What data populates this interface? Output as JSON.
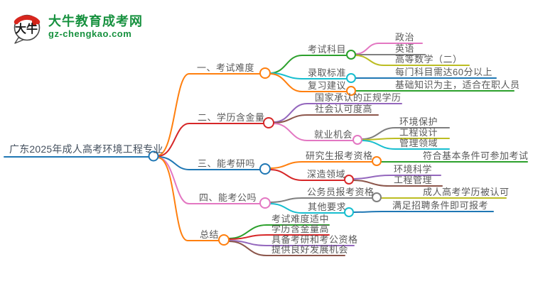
{
  "brand": {
    "name": "大牛教育成考网",
    "domain": "gz-chengkao.com",
    "logo_text": "大牛",
    "green": "#17913f",
    "logo_red": "#d7261e"
  },
  "palette": {
    "blue": "#1f77b4",
    "orange": "#ff7f0e",
    "green": "#2ca02c",
    "red": "#d62728",
    "purple": "#9467bd",
    "brown": "#8c564b",
    "pink": "#e377c2",
    "gray": "#7f7f7f",
    "olive": "#bcbd22",
    "cyan": "#17becf"
  },
  "mindmap": {
    "root": {
      "label": "广东2025年成人高考环境工程专业",
      "color": "#1f77b4"
    },
    "branches": [
      {
        "label": "一、考试难度",
        "color": "#ff7f0e",
        "children": [
          {
            "label": "考试科目",
            "color": "#2ca02c",
            "children": [
              {
                "label": "政治",
                "color": "#e377c2"
              },
              {
                "label": "英语",
                "color": "#7f7f7f"
              },
              {
                "label": "高等数学（二）",
                "color": "#bcbd22"
              }
            ]
          },
          {
            "label": "录取标准",
            "color": "#17becf",
            "children": [
              {
                "label": "每门科目需达60分以上",
                "color": "#1f77b4"
              }
            ]
          },
          {
            "label": "复习建议",
            "color": "#ff7f0e",
            "children": [
              {
                "label": "基础知识为主，适合在职人员",
                "color": "#2ca02c"
              }
            ]
          }
        ]
      },
      {
        "label": "二、学历含金量",
        "color": "#d62728",
        "children": [
          {
            "label": "国家承认的正规学历",
            "color": "#9467bd"
          },
          {
            "label": "社会认可度高",
            "color": "#8c564b"
          },
          {
            "label": "就业机会",
            "color": "#e377c2",
            "children": [
              {
                "label": "环境保护",
                "color": "#7f7f7f"
              },
              {
                "label": "工程设计",
                "color": "#bcbd22"
              },
              {
                "label": "管理领域",
                "color": "#17becf"
              }
            ]
          }
        ]
      },
      {
        "label": "三、能考研吗",
        "color": "#1f77b4",
        "children": [
          {
            "label": "研究生报考资格",
            "color": "#ff7f0e",
            "children": [
              {
                "label": "符合基本条件可参加考试",
                "color": "#2ca02c"
              }
            ]
          },
          {
            "label": "深造领域",
            "color": "#d62728",
            "children": [
              {
                "label": "环境科学",
                "color": "#9467bd"
              },
              {
                "label": "工程管理",
                "color": "#8c564b"
              }
            ]
          }
        ]
      },
      {
        "label": "四、能考公吗",
        "color": "#e377c2",
        "children": [
          {
            "label": "公务员报考资格",
            "color": "#7f7f7f",
            "children": [
              {
                "label": "成人高考学历被认可",
                "color": "#bcbd22"
              }
            ]
          },
          {
            "label": "其他要求",
            "color": "#17becf",
            "children": [
              {
                "label": "满足招聘条件即可报考",
                "color": "#1f77b4"
              }
            ]
          }
        ]
      },
      {
        "label": "总结",
        "color": "#ff7f0e",
        "children": [
          {
            "label": "考试难度适中",
            "color": "#2ca02c"
          },
          {
            "label": "学历含金量高",
            "color": "#d62728"
          },
          {
            "label": "具备考研和考公资格",
            "color": "#9467bd"
          },
          {
            "label": "提供良好发展机会",
            "color": "#8c564b"
          }
        ]
      }
    ]
  }
}
